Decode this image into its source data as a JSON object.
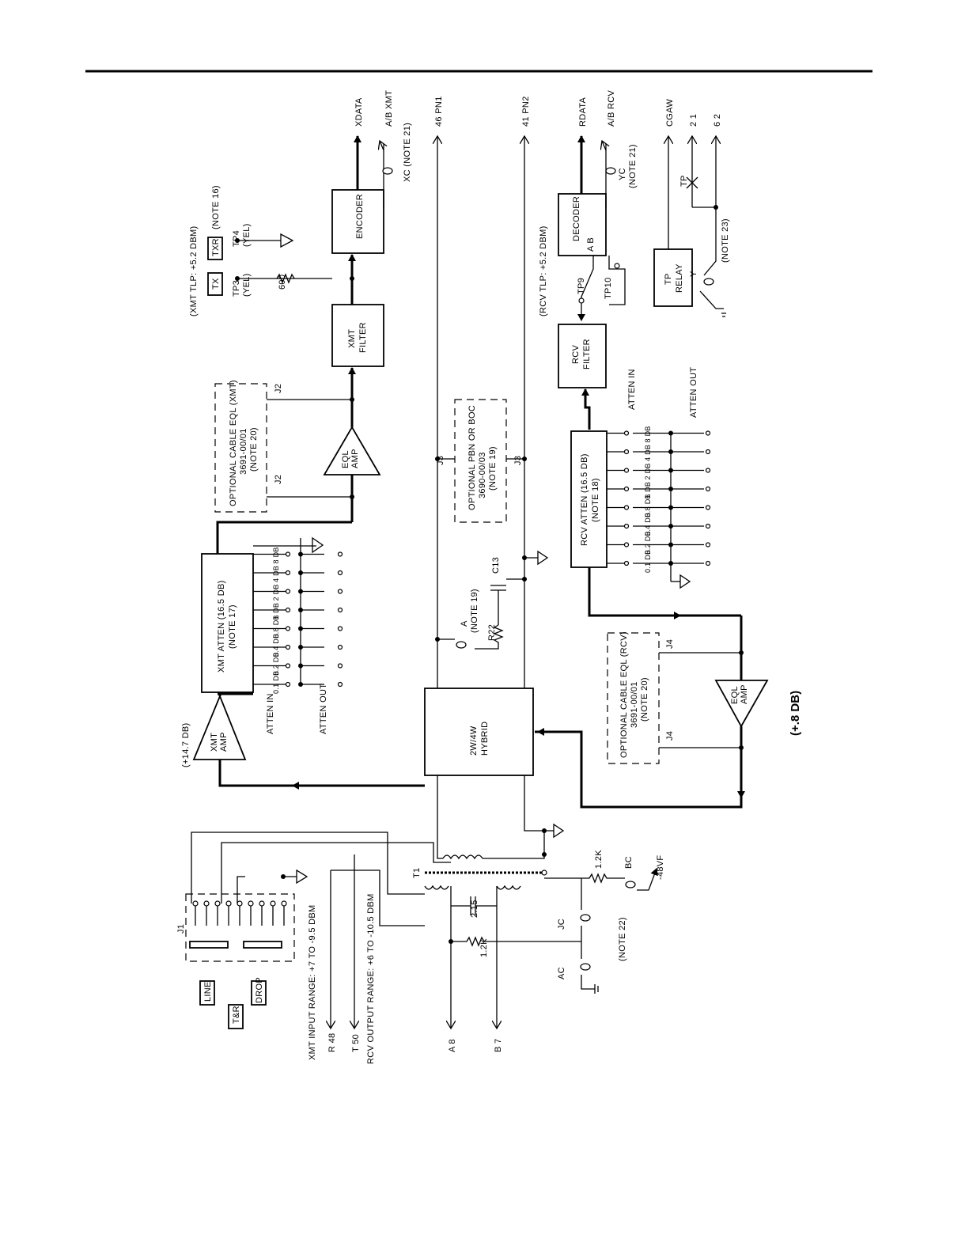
{
  "page": {
    "title": ""
  },
  "diagram": {
    "rotated_block_labels": {
      "xmt_tlp": "(XMT TLP: +5.2 DBM)",
      "tx": "TX",
      "txr": "TXR",
      "note16": "(NOTE 16)",
      "tp3": "TP3",
      "tp3_yel": "(YEL)",
      "tp4": "TP4",
      "tp4_yel": "(YEL)",
      "r600": "600",
      "encoder": "ENCODER",
      "xdata": "XDATA",
      "ab_xmt": "A/B XMT",
      "xc_note21": "XC (NOTE 21)",
      "pn1": "46  PN1",
      "pn2": "41  PN2",
      "rdata": "RDATA",
      "ab_rcv": "A/B RCV",
      "yc": "YC",
      "yc_note21": "(NOTE 21)",
      "cgaw": "CGAW",
      "out21": "2  1",
      "out62": "6  2",
      "tp": "TP",
      "xmt_filter_1": "XMT",
      "xmt_filter_2": "FILTER",
      "opt_cable_xmt_1": "OPTIONAL CABLE EQL (XMT)",
      "opt_cable_xmt_2": "3691-00/01",
      "opt_cable_xmt_3": "(NOTE 20)",
      "j2": "J2",
      "eql_amp_1": "EQL",
      "eql_amp_2": "AMP",
      "rcv_tlp": "(RCV TLP: +5.2 DBM)",
      "tp9": "TP9",
      "tp10": "TP10",
      "decoder": "DECODER",
      "decoder_ab": "A  B",
      "tp_relay_1": "TP",
      "tp_relay_2": "RELAY",
      "y": "Y",
      "note23": "(NOTE 23)",
      "rcv_filter_1": "RCV",
      "rcv_filter_2": "FILTER",
      "opt_pbn_1": "OPTIONAL PBN OR BOC",
      "opt_pbn_2": "3690-00/03",
      "opt_pbn_3": "(NOTE 19)",
      "j3": "J3",
      "rcv_atten_1": "RCV ATTEN (16.5 DB)",
      "rcv_atten_2": "(NOTE 18)",
      "atten_in": "ATTEN IN",
      "atten_out": "ATTEN OUT",
      "xmt_atten_1": "XMT ATTEN (16.5 DB)",
      "xmt_atten_2": "(NOTE 17)",
      "c13": "C13",
      "r22": "R22",
      "a_note19_1": "A",
      "a_note19_2": "(NOTE 19)",
      "xmt_amp_gain": "(+14.7 DB)",
      "xmt_amp_1": "XMT",
      "xmt_amp_2": "AMP",
      "hybrid_1": "2W/4W",
      "hybrid_2": "HYBRID",
      "opt_cable_rcv_1": "OPTIONAL CABLE EQL (RCV)",
      "opt_cable_rcv_2": "3691-00/01",
      "opt_cable_rcv_3": "(NOTE 20)",
      "j4": "J4",
      "rcv_gain": "(+.8 DB)",
      "j1": "J1",
      "t1": "T1",
      "c215": "2.15",
      "r12k_a": "1.2K",
      "r12k_b": "1.2K",
      "bc": "BC",
      "neg48": "-48VF",
      "jc": "JC",
      "ac": "AC",
      "note22": "(NOTE 22)",
      "line": "LINE",
      "tbr": "T&R",
      "drop": "DROP",
      "xmt_input_range": "XMT INPUT RANGE: +7 TO -9.5 DBM",
      "r48": "R  48",
      "t50": "T  50",
      "rcv_output_range": "RCV OUTPUT RANGE: +6 TO -10.5 DBM",
      "a8": "A  8",
      "b7": "B  7"
    },
    "atten_steps": [
      "0.1 DB",
      "0.2 DB",
      "0.4 DB",
      "0.8 DB",
      "1 DB",
      "2 DB",
      "4 DB",
      "8 DB"
    ]
  }
}
